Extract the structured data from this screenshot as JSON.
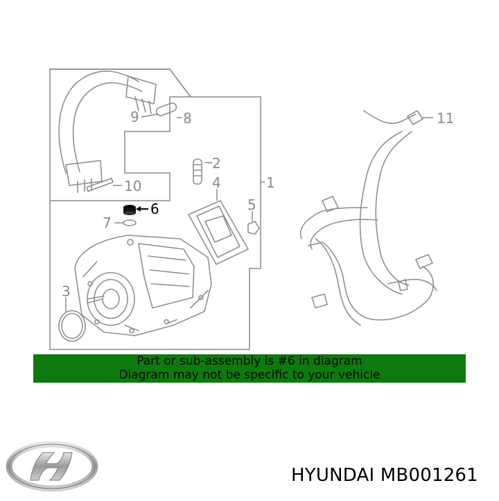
{
  "diagram": {
    "callouts": [
      {
        "id": "1",
        "label": "1"
      },
      {
        "id": "2",
        "label": "2"
      },
      {
        "id": "3",
        "label": "3"
      },
      {
        "id": "4",
        "label": "4"
      },
      {
        "id": "5",
        "label": "5"
      },
      {
        "id": "6",
        "label": "6",
        "highlighted": true
      },
      {
        "id": "7",
        "label": "7"
      },
      {
        "id": "8",
        "label": "8"
      },
      {
        "id": "9",
        "label": "9"
      },
      {
        "id": "10",
        "label": "10"
      },
      {
        "id": "11",
        "label": "11"
      }
    ]
  },
  "notice": {
    "line1": "Part or sub-assembly is #6 in diagram",
    "line2": "Diagram may not be specific to your vehicle",
    "background": "#0e7a0e"
  },
  "footer": {
    "brand_part": "HYUNDAI MB001261",
    "logo_icon": "hyundai-logo-icon"
  }
}
